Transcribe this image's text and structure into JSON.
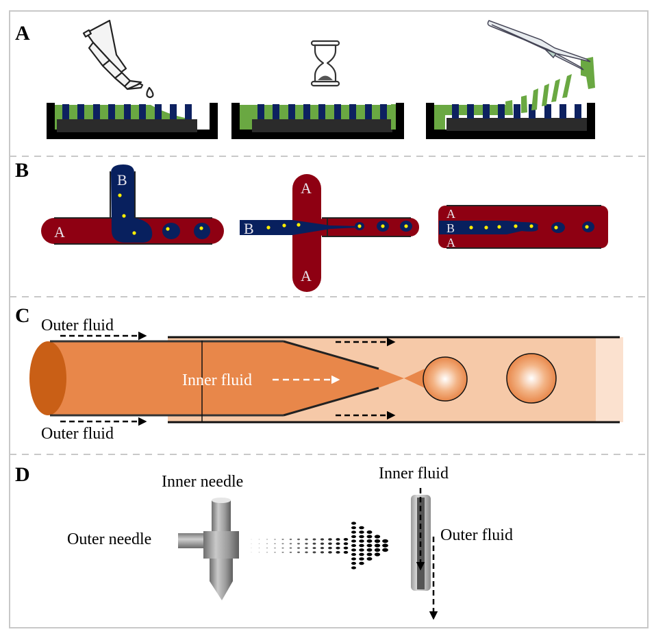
{
  "figure": {
    "panels": [
      {
        "id": "A",
        "label": "A",
        "description": "Mold casting: pipetting, waiting, peeling off with tweezers",
        "steps": [
          "pipette-dispense",
          "wait",
          "peel-off"
        ]
      },
      {
        "id": "B",
        "label": "B",
        "description": "Microfluidic droplet junctions",
        "junctions": [
          {
            "type": "T-junction",
            "continuous_label": "A",
            "dispersed_label": "B"
          },
          {
            "type": "flow-focusing",
            "continuous_labels": [
              "A",
              "A"
            ],
            "dispersed_label": "B"
          },
          {
            "type": "co-flow",
            "continuous_labels": [
              "A",
              "A"
            ],
            "dispersed_label": "B"
          }
        ]
      },
      {
        "id": "C",
        "label": "C",
        "texts": {
          "outer_fluid_top": "Outer fluid",
          "outer_fluid_bottom": "Outer fluid",
          "inner_fluid": "Inner fluid"
        }
      },
      {
        "id": "D",
        "label": "D",
        "texts": {
          "inner_needle": "Inner needle",
          "outer_needle": "Outer needle",
          "inner_fluid": "Inner fluid",
          "outer_fluid": "Outer fluid"
        }
      }
    ],
    "colors": {
      "mold_green": "#6aa842",
      "pillar_navy": "#0d2160",
      "base_dark": "#2b2b2b",
      "frame_black": "#000000",
      "channel_red": "#8e0012",
      "droplet_navy": "#08205e",
      "droplet_core_yellow": "#ffee00",
      "inner_orange": "#e8874a",
      "outer_peach": "#f6c9a8",
      "needle_gray": "#8a8a8a",
      "divider_gray": "#c8c8c8"
    }
  }
}
